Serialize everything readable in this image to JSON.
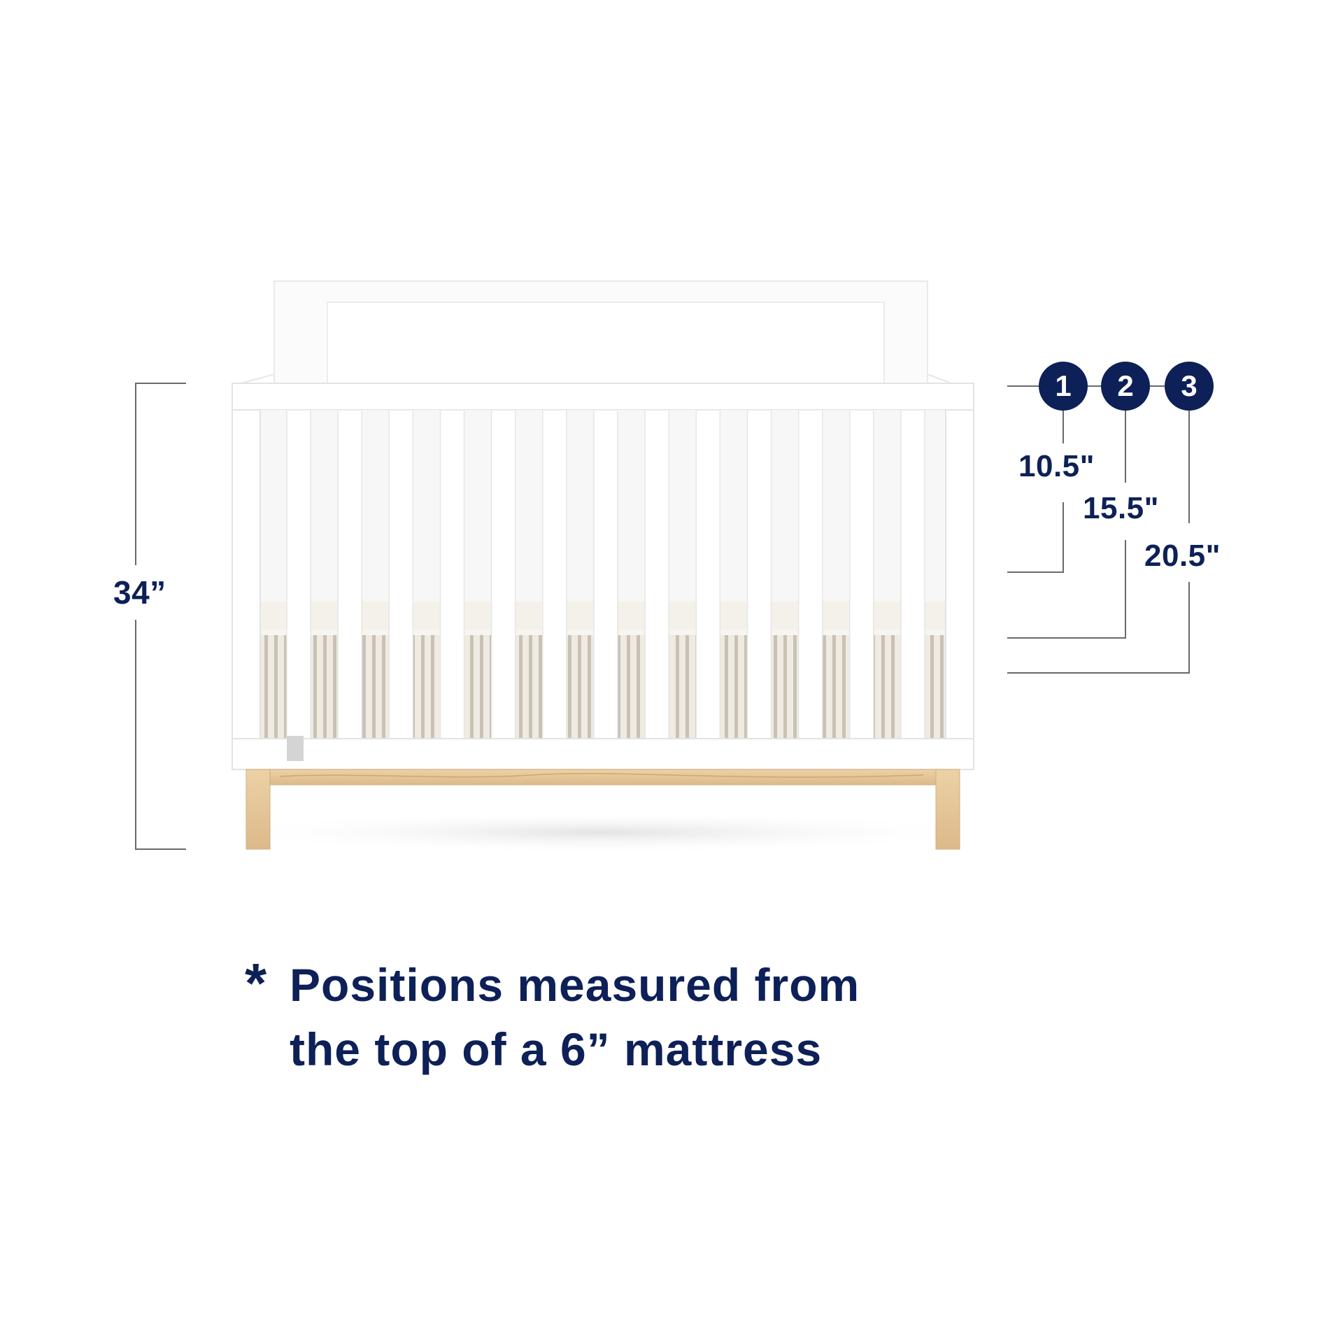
{
  "colors": {
    "accent_navy": "#0d2057",
    "crib_white": "#ffffff",
    "wood": "#e8c99a",
    "mattress_stripe": "#c9c2b4",
    "guide_line": "#6a6a6a"
  },
  "overall_height": {
    "label": "34”"
  },
  "mattress_positions": [
    {
      "number": "1",
      "height_label": "10.5\""
    },
    {
      "number": "2",
      "height_label": "15.5\""
    },
    {
      "number": "3",
      "height_label": "20.5\""
    }
  ],
  "footnote": {
    "asterisk": "*",
    "line1": "Positions measured from",
    "line2": "the top of a 6” mattress"
  }
}
